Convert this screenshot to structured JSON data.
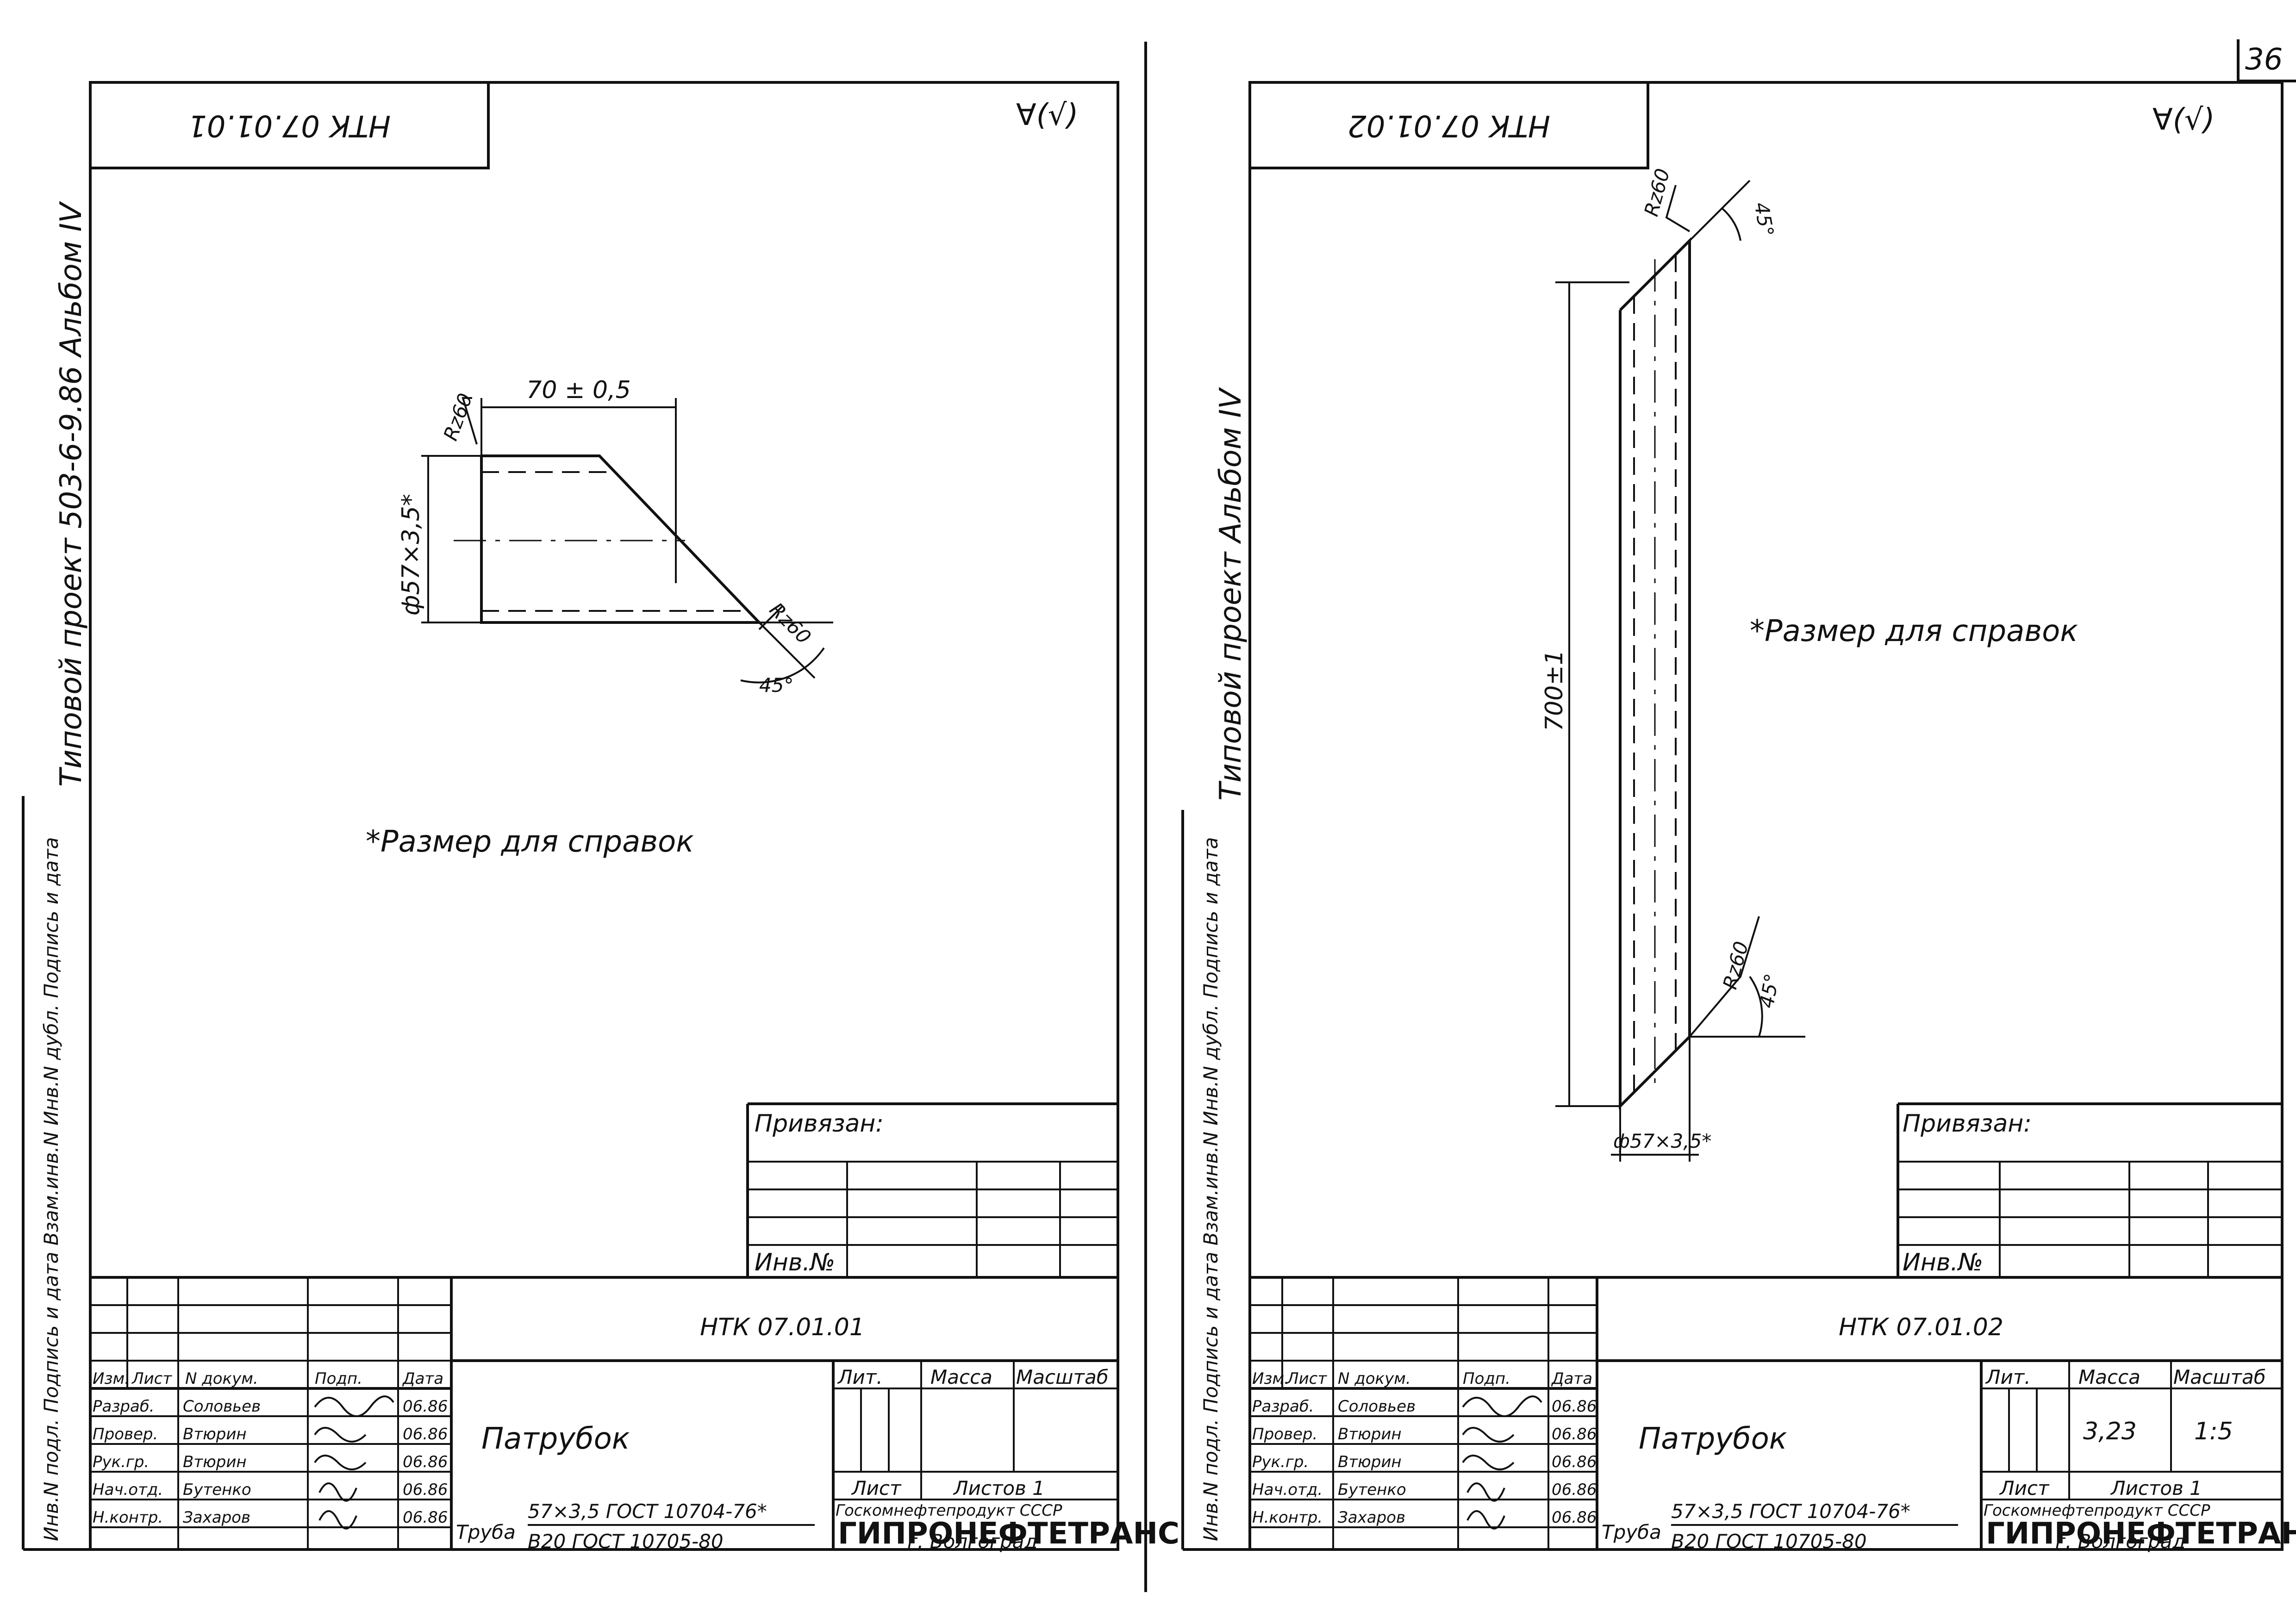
{
  "page_number": "36",
  "left_sheet": {
    "header_code_rotated": "НТК 07.01.01",
    "side_strip_title": "Типовой проект 503-6-9.86 Альбом IV",
    "side_strip_fields": "Инв.N подл. Подпись и дата Взам.инв.N Инв.N дубл. Подпись и дата",
    "roughness_mark": "∀(√)",
    "dim_length": "70 ± 0,5",
    "dim_diameter": "ф57×3,5*",
    "rough_top": "Rz60",
    "rough_cut": "Rz60",
    "angle": "45°",
    "note": "*Размер для справок",
    "privyazan": "Привязан:",
    "inv_no": "Инв.№",
    "designation": "НТК  07.01.01",
    "part_name": "Патрубок",
    "material_line1": "57×3,5 ГОСТ 10704-76*",
    "material_line2": "В20 ГОСТ 10705-80",
    "material_prefix": "Труба",
    "mass": "",
    "scale": ""
  },
  "right_sheet": {
    "header_code_rotated": "НТК 07.01.02",
    "side_strip_title": "Типовой проект     Альбом IV",
    "side_strip_fields": "Инв.N подл. Подпись и дата Взам.инв.N Инв.N дубл. Подпись и дата",
    "roughness_mark": "∀(√)",
    "dim_length": "700±1",
    "dim_diameter": "ф57×3,5*",
    "rough_top": "Rz60",
    "rough_bottom": "Rz60",
    "angle_top": "45°",
    "angle_bottom": "45°",
    "note": "*Размер для справок",
    "privyazan": "Привязан:",
    "inv_no": "Инв.№",
    "designation": "НТК  07.01.02",
    "part_name": "Патрубок",
    "material_line1": "57×3,5 ГОСТ 10704-76*",
    "material_line2": "В20 ГОСТ 10705-80",
    "material_prefix": "Труба",
    "mass": "3,23",
    "scale": "1:5"
  },
  "title_block": {
    "col_headers": [
      "Изм.",
      "Лист",
      "N докум.",
      "Подп.",
      "Дата"
    ],
    "rows": [
      {
        "role": "Разраб.",
        "name": "Соловьев",
        "date": "06.86"
      },
      {
        "role": "Провер.",
        "name": "Втюрин",
        "date": "06.86"
      },
      {
        "role": "Рук.гр.",
        "name": "Втюрин",
        "date": "06.86"
      },
      {
        "role": "Нач.отд.",
        "name": "Бутенко",
        "date": "06.86"
      },
      {
        "role": "Н.контр.",
        "name": "Захаров",
        "date": "06.86"
      }
    ],
    "lit_label": "Лит.",
    "mass_label": "Масса",
    "scale_label": "Масштаб",
    "sheet_label": "Лист",
    "sheets_label": "Листов 1",
    "org_line1": "Госкомнефтепродукт СССР",
    "org_line2": "ГИПРОНЕФТЕТРАНС",
    "org_line3": "г. Волгоград"
  }
}
